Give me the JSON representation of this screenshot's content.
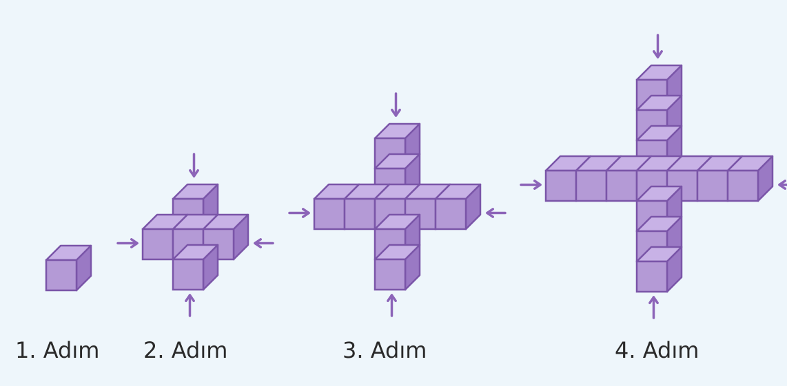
{
  "colors": {
    "background": "#eef6fb",
    "cube_front": "#b49ad6",
    "cube_top": "#c8b2e6",
    "cube_side": "#9a79c4",
    "cube_edge": "#7a55a8",
    "arrow": "#8c64b8"
  },
  "steps": [
    {
      "label": "1. Adım",
      "arm_length": 0,
      "arrows": false
    },
    {
      "label": "2. Adım",
      "arm_length": 1,
      "arrows": true
    },
    {
      "label": "3. Adım",
      "arm_length": 2,
      "arrows": true
    },
    {
      "label": "4. Adım",
      "arm_length": 3,
      "arrows": true
    }
  ]
}
